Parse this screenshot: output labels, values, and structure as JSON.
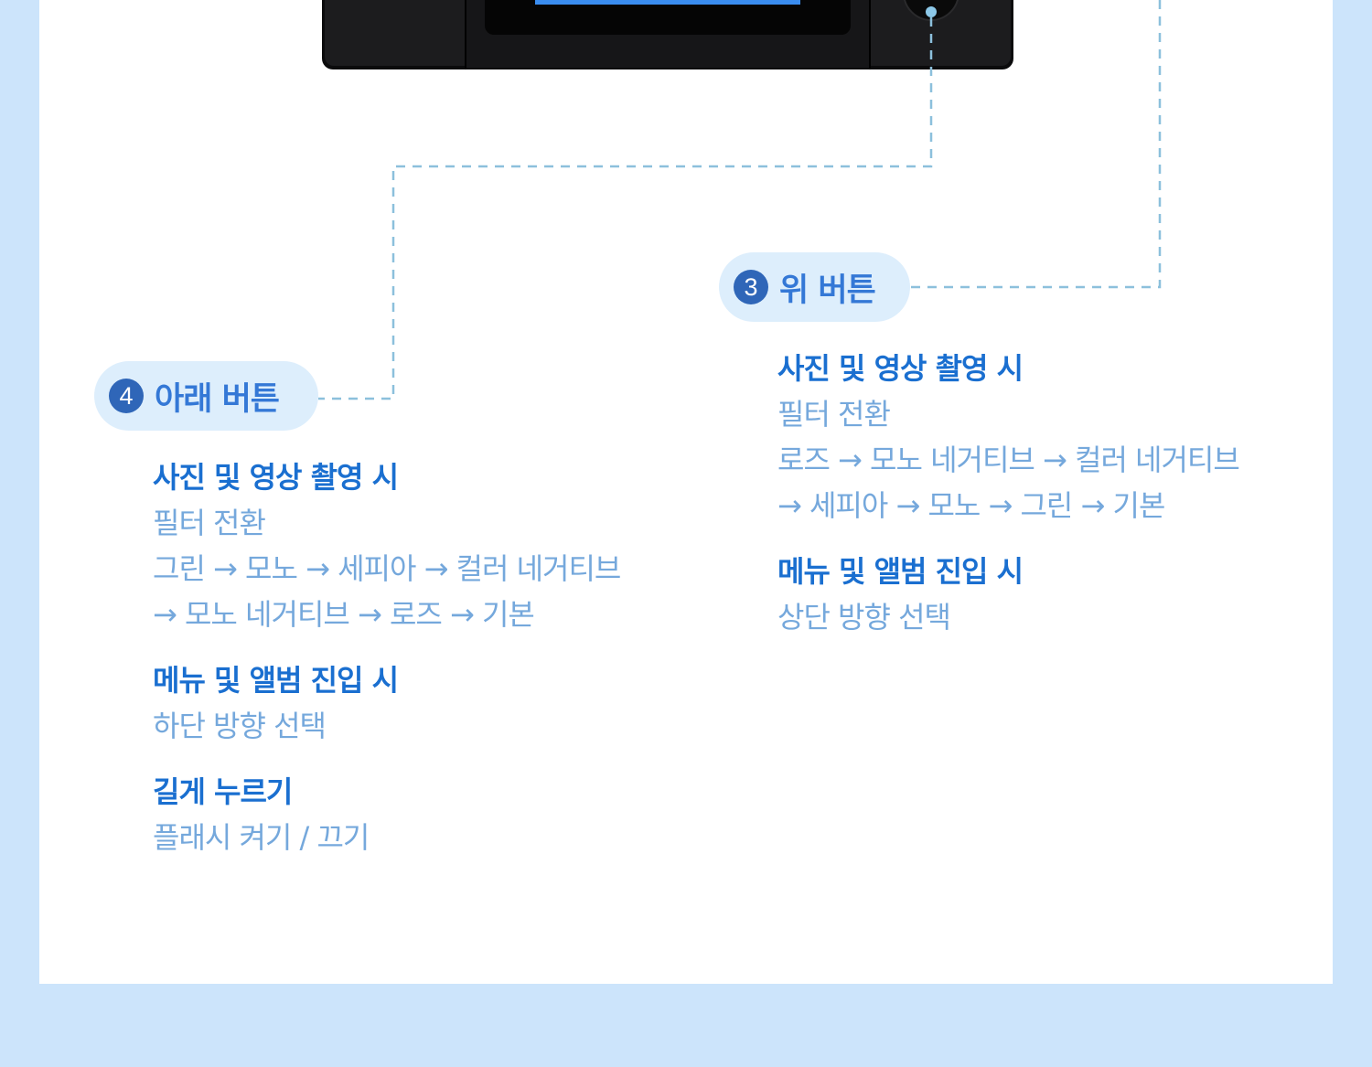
{
  "colors": {
    "background": "#cce4fb",
    "card": "#ffffff",
    "pill": "#ddeefc",
    "badge": "#2f66b8",
    "heading": "#3478d6",
    "group_title": "#1a6fd0",
    "body_text": "#75a8dc",
    "connector": "#8cc0dc",
    "device": "#1c1c1e",
    "screen": "#3a8df0"
  },
  "callouts": [
    {
      "number": "3",
      "title": "위 버튼",
      "groups": [
        {
          "title": "사진 및 영상 촬영 시",
          "lines": [
            "필터 전환",
            "로즈 → 모노 네거티브 → 컬러 네거티브",
            "→ 세피아 → 모노 → 그린 → 기본"
          ]
        },
        {
          "title": "메뉴 및 앨범 진입 시",
          "lines": [
            "상단 방향 선택"
          ]
        }
      ]
    },
    {
      "number": "4",
      "title": "아래 버튼",
      "groups": [
        {
          "title": "사진 및 영상 촬영 시",
          "lines": [
            "필터 전환",
            "그린 → 모노 → 세피아 → 컬러 네거티브",
            "→ 모노 네거티브 → 로즈 → 기본"
          ]
        },
        {
          "title": "메뉴 및 앨범 진입 시",
          "lines": [
            "하단 방향 선택"
          ]
        },
        {
          "title": "길게 누르기",
          "lines": [
            "플래시 켜기 / 끄기"
          ]
        }
      ]
    }
  ]
}
